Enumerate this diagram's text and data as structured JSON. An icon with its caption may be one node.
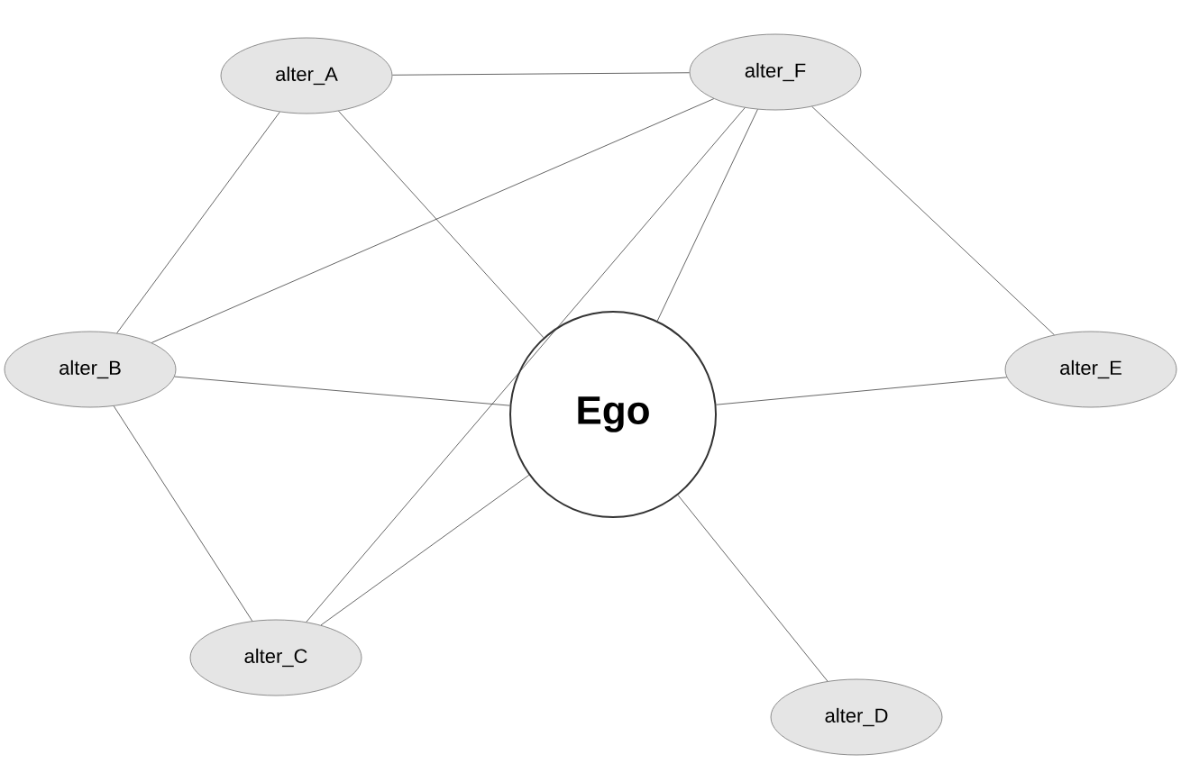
{
  "diagram": {
    "nodes": [
      {
        "text": [
          "alter_A"
        ]
      },
      {
        "text": [
          "alter_F"
        ]
      },
      {
        "text": [
          "alter_B"
        ]
      },
      {
        "text": [
          "Ego"
        ]
      },
      {
        "text": [
          "alter_E"
        ]
      },
      {
        "text": [
          "alter_C"
        ]
      },
      {
        "text": [
          "alter_D"
        ]
      }
    ],
    "edges": [
      {
        "from": 0,
        "to": 1,
        "arrow": "none"
      },
      {
        "from": 0,
        "to": 2,
        "arrow": "none"
      },
      {
        "from": 0,
        "to": 3,
        "arrow": "none"
      },
      {
        "from": 1,
        "to": 2,
        "arrow": "none"
      },
      {
        "from": 1,
        "to": 5,
        "arrow": "none"
      },
      {
        "from": 1,
        "to": 3,
        "arrow": "none"
      },
      {
        "from": 1,
        "to": 4,
        "arrow": "none"
      },
      {
        "from": 2,
        "to": 3,
        "arrow": "none"
      },
      {
        "from": 2,
        "to": 5,
        "arrow": "none"
      },
      {
        "from": 5,
        "to": 3,
        "arrow": "none"
      },
      {
        "from": 4,
        "to": 3,
        "arrow": "none"
      },
      {
        "from": 6,
        "to": 3,
        "arrow": "none"
      }
    ]
  }
}
